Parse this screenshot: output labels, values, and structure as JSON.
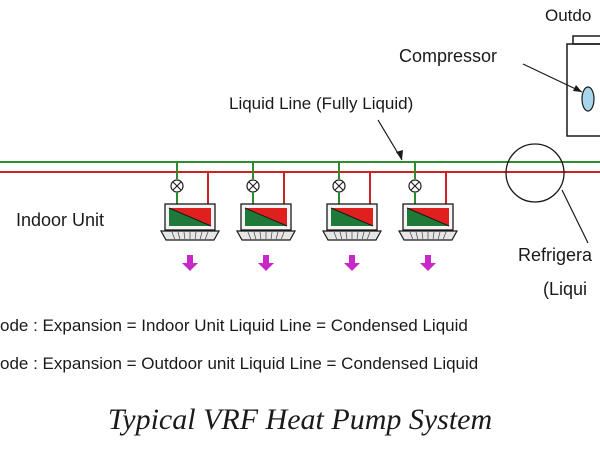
{
  "labels": {
    "outdoor": "Outdo",
    "compressor": "Compressor",
    "liquid_line": "Liquid Line (Fully Liquid)",
    "indoor_unit": "Indoor Unit",
    "refrigerant": "Refrigera",
    "refrigerant_sub": "(Liqui"
  },
  "modes": {
    "line1": "ode  : Expansion = Indoor Unit    Liquid Line = Condensed Liquid",
    "line2": "ode  : Expansion = Outdoor unit    Liquid Line = Condensed Liquid"
  },
  "caption": "Typical VRF Heat Pump System",
  "colors": {
    "liquid_line": "#2e8b2e",
    "gas_line": "#cc2222",
    "unit_green": "#1f7a3a",
    "unit_red": "#e01f1f",
    "airflow_arrow": "#c828c8"
  },
  "indoor_units_count": 4
}
